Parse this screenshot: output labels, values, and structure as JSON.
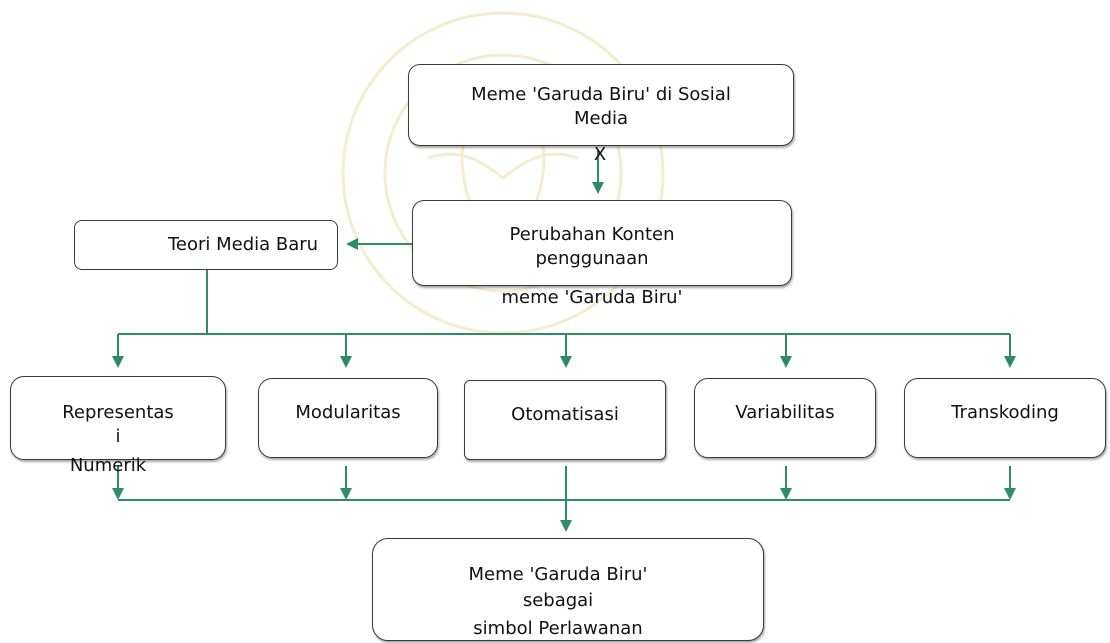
{
  "colors": {
    "arrow": "#2e8b6a",
    "border": "#3a3a3a",
    "watermark": "#c9a200"
  },
  "nodes": {
    "top": {
      "line1": "Meme 'Garuda Biru' di Sosial",
      "line2": "Media",
      "tail": "X"
    },
    "perubahan": {
      "line1": "Perubahan Konten",
      "line2": "penggunaan",
      "line3": "meme 'Garuda Biru'"
    },
    "teori": {
      "label": "Teori Media Baru"
    },
    "representasi": {
      "line1": "Representas",
      "line2": "i",
      "line3": "Numerik"
    },
    "modularitas": {
      "label": "Modularitas"
    },
    "otomatisasi": {
      "label": "Otomatisasi"
    },
    "variabilitas": {
      "label": "Variabilitas"
    },
    "transkoding": {
      "label": "Transkoding"
    },
    "result": {
      "line1": "Meme 'Garuda Biru'",
      "line2": "sebagai",
      "line3": "simbol Perlawanan"
    }
  },
  "watermark": {
    "icon": "institution-seal-watermark"
  }
}
